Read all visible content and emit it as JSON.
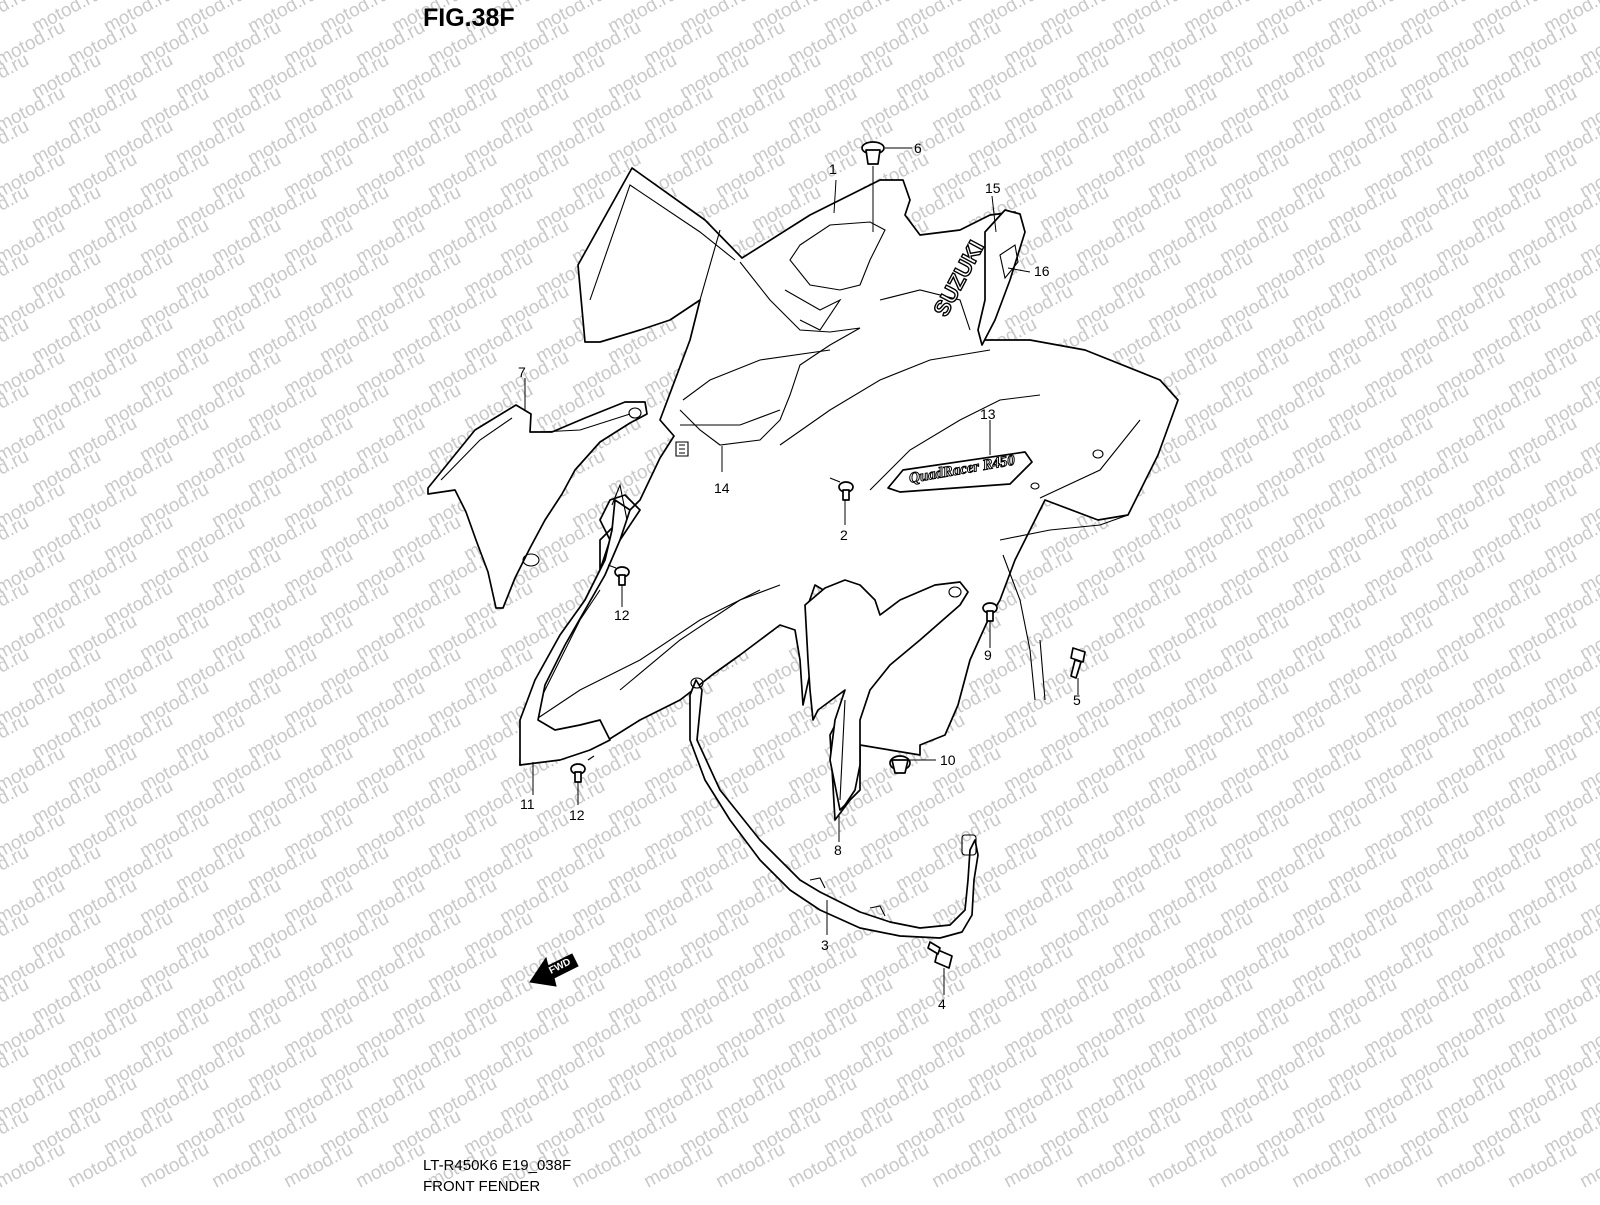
{
  "figure": {
    "title": "FIG.38F",
    "model_code": "LT-R450K6 E19_038F",
    "name": "FRONT FENDER"
  },
  "watermark": {
    "text": "motod.ru",
    "color": "#c9c9c9"
  },
  "brand_logo": {
    "text": "SUZUKI"
  },
  "model_decal": {
    "text": "QuadRacer R450"
  },
  "direction_marker": {
    "text": "FWD",
    "icon": "arrow-fwd-icon"
  },
  "callouts": [
    "1",
    "2",
    "3",
    "4",
    "5",
    "6",
    "7",
    "8",
    "9",
    "10",
    "11",
    "12",
    "12",
    "13",
    "14",
    "15",
    "16"
  ]
}
